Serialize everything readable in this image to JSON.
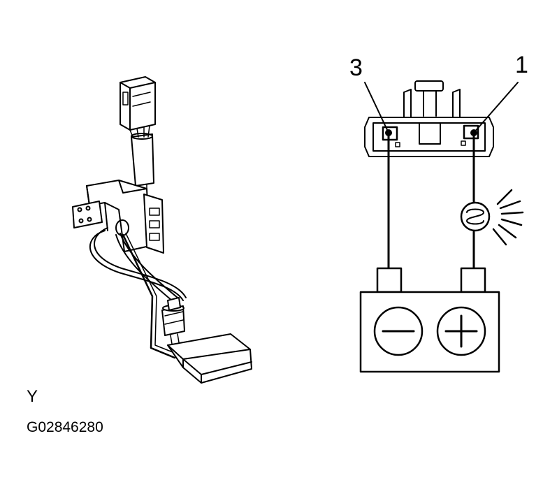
{
  "labels": {
    "pin_left": "3",
    "pin_right": "1",
    "view": "Y",
    "figure_code": "G02846280"
  },
  "icons": {
    "sender": "fuel-gauge-sender-unit-icon",
    "connector": "two-pin-connector-icon",
    "lamp": "test-lamp-icon",
    "battery": "battery-icon",
    "negative": "minus-terminal-icon",
    "positive": "plus-terminal-icon"
  },
  "colors": {
    "line": "#000000",
    "background": "#ffffff"
  }
}
